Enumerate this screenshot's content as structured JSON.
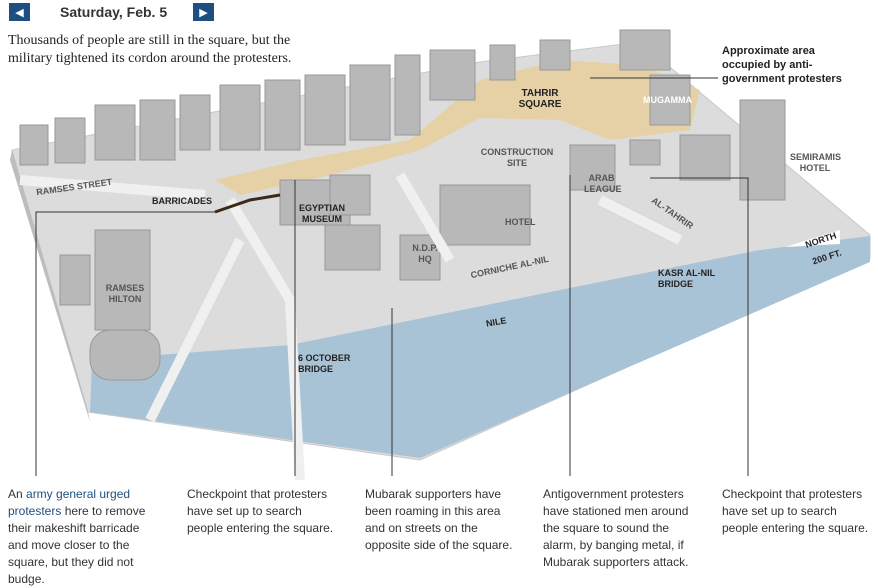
{
  "header": {
    "prev_icon": "left-arrow-icon",
    "next_icon": "right-arrow-icon",
    "date": "Saturday, Feb. 5",
    "intro": "Thousands of people are still in the square, but the military tightened its cordon around the protesters."
  },
  "legend": {
    "area": "Approximate area occupied by anti-government protesters"
  },
  "map_labels": {
    "tahrir": "TAHRIR SQUARE",
    "mugamma": "MUGAMMA",
    "construction": "CONSTRUCTION SITE",
    "semiramis": "SEMIRAMIS HOTEL",
    "arab_league": "ARAB LEAGUE",
    "al_tahrir": "AL-TAHRIR",
    "ramses_street": "RAMSES STREET",
    "barricades": "BARRICADES",
    "museum": "EGYPTIAN MUSEUM",
    "hotel": "HOTEL",
    "ndp": "N.D.P. HQ",
    "corniche": "CORNICHE AL-NIL",
    "ramses_hilton": "RAMSES HILTON",
    "nile": "NILE",
    "october_bridge": "6 OCTOBER BRIDGE",
    "kasr_bridge": "KASR AL-NIL BRIDGE",
    "north": "NORTH",
    "scale": "200 FT."
  },
  "colors": {
    "protest_area": "#e8cf9e",
    "water": "#a9c3d6",
    "nav": "#1f4f80"
  },
  "notes": [
    {
      "link": "army general urged protesters",
      "text": " here to remove their makeshift barricade and move closer to the square, but they did not budge.",
      "prefix": "An "
    },
    {
      "text": "Checkpoint that protesters have set up to search people entering the square."
    },
    {
      "text": "Mubarak supporters have been roaming in this area and on streets on the opposite side of the square."
    },
    {
      "text": "Antigovernment protesters have stationed men around the square to sound the alarm, by banging metal, if Mubarak supporters attack."
    },
    {
      "text": "Checkpoint that protesters have set up to search people entering the square."
    }
  ]
}
